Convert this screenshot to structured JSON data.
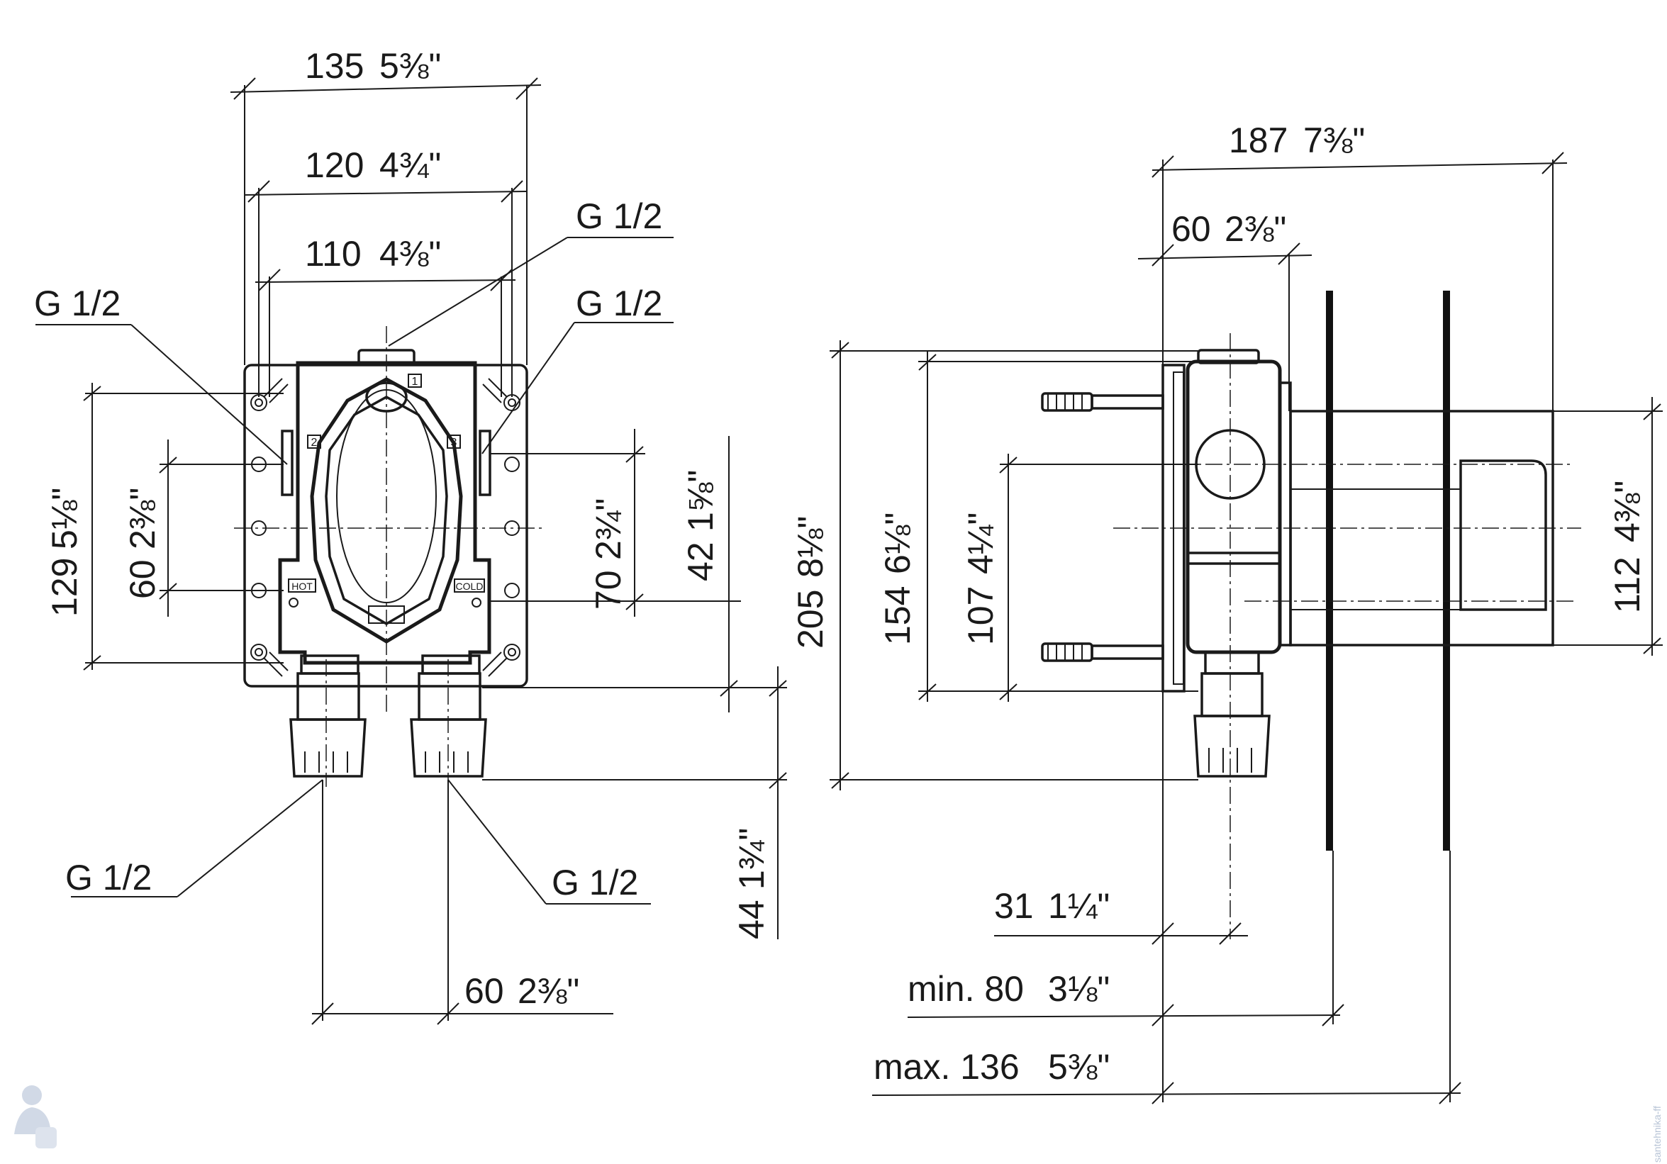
{
  "drawing": {
    "front_view": {
      "dimensions": {
        "width_135": {
          "value": "135",
          "inch": "5⅜\""
        },
        "width_120": {
          "value": "120",
          "inch": "4¾\""
        },
        "width_110": {
          "value": "110",
          "inch": "4⅜\""
        },
        "height_129": {
          "value": "129",
          "inch": "5⅛\""
        },
        "height_60": {
          "value": "60",
          "inch": "2⅜\""
        },
        "height_70": {
          "value": "70",
          "inch": "2¾\""
        },
        "height_42": {
          "value": "42",
          "inch": "1⅝\""
        },
        "height_44": {
          "value": "44",
          "inch": "1¾\""
        },
        "spacing_60": {
          "value": "60",
          "inch": "2⅜\""
        }
      },
      "callouts": [
        "G 1/2",
        "G 1/2",
        "G 1/2",
        "G 1/2",
        "G 1/2"
      ],
      "body_labels": {
        "hot": "HOT",
        "cold": "COLD",
        "port_1": "1",
        "port_2": "2",
        "port_3": "3"
      }
    },
    "side_view": {
      "dimensions": {
        "depth_187": {
          "value": "187",
          "inch": "7⅜\""
        },
        "depth_60": {
          "value": "60",
          "inch": "2⅜\""
        },
        "height_205": {
          "value": "205",
          "inch": "8⅛\""
        },
        "height_154": {
          "value": "154",
          "inch": "6⅛\""
        },
        "height_107": {
          "value": "107",
          "inch": "4¼\""
        },
        "height_112": {
          "value": "112",
          "inch": "4⅜\""
        },
        "depth_31": {
          "value": "31",
          "inch": "1¼\""
        },
        "depth_min_80": {
          "value": "min. 80",
          "inch": "3⅛\""
        },
        "depth_max_136": {
          "value": "max. 136",
          "inch": "5⅜\""
        }
      }
    },
    "watermark": {
      "text": "santehnika-ff"
    }
  }
}
